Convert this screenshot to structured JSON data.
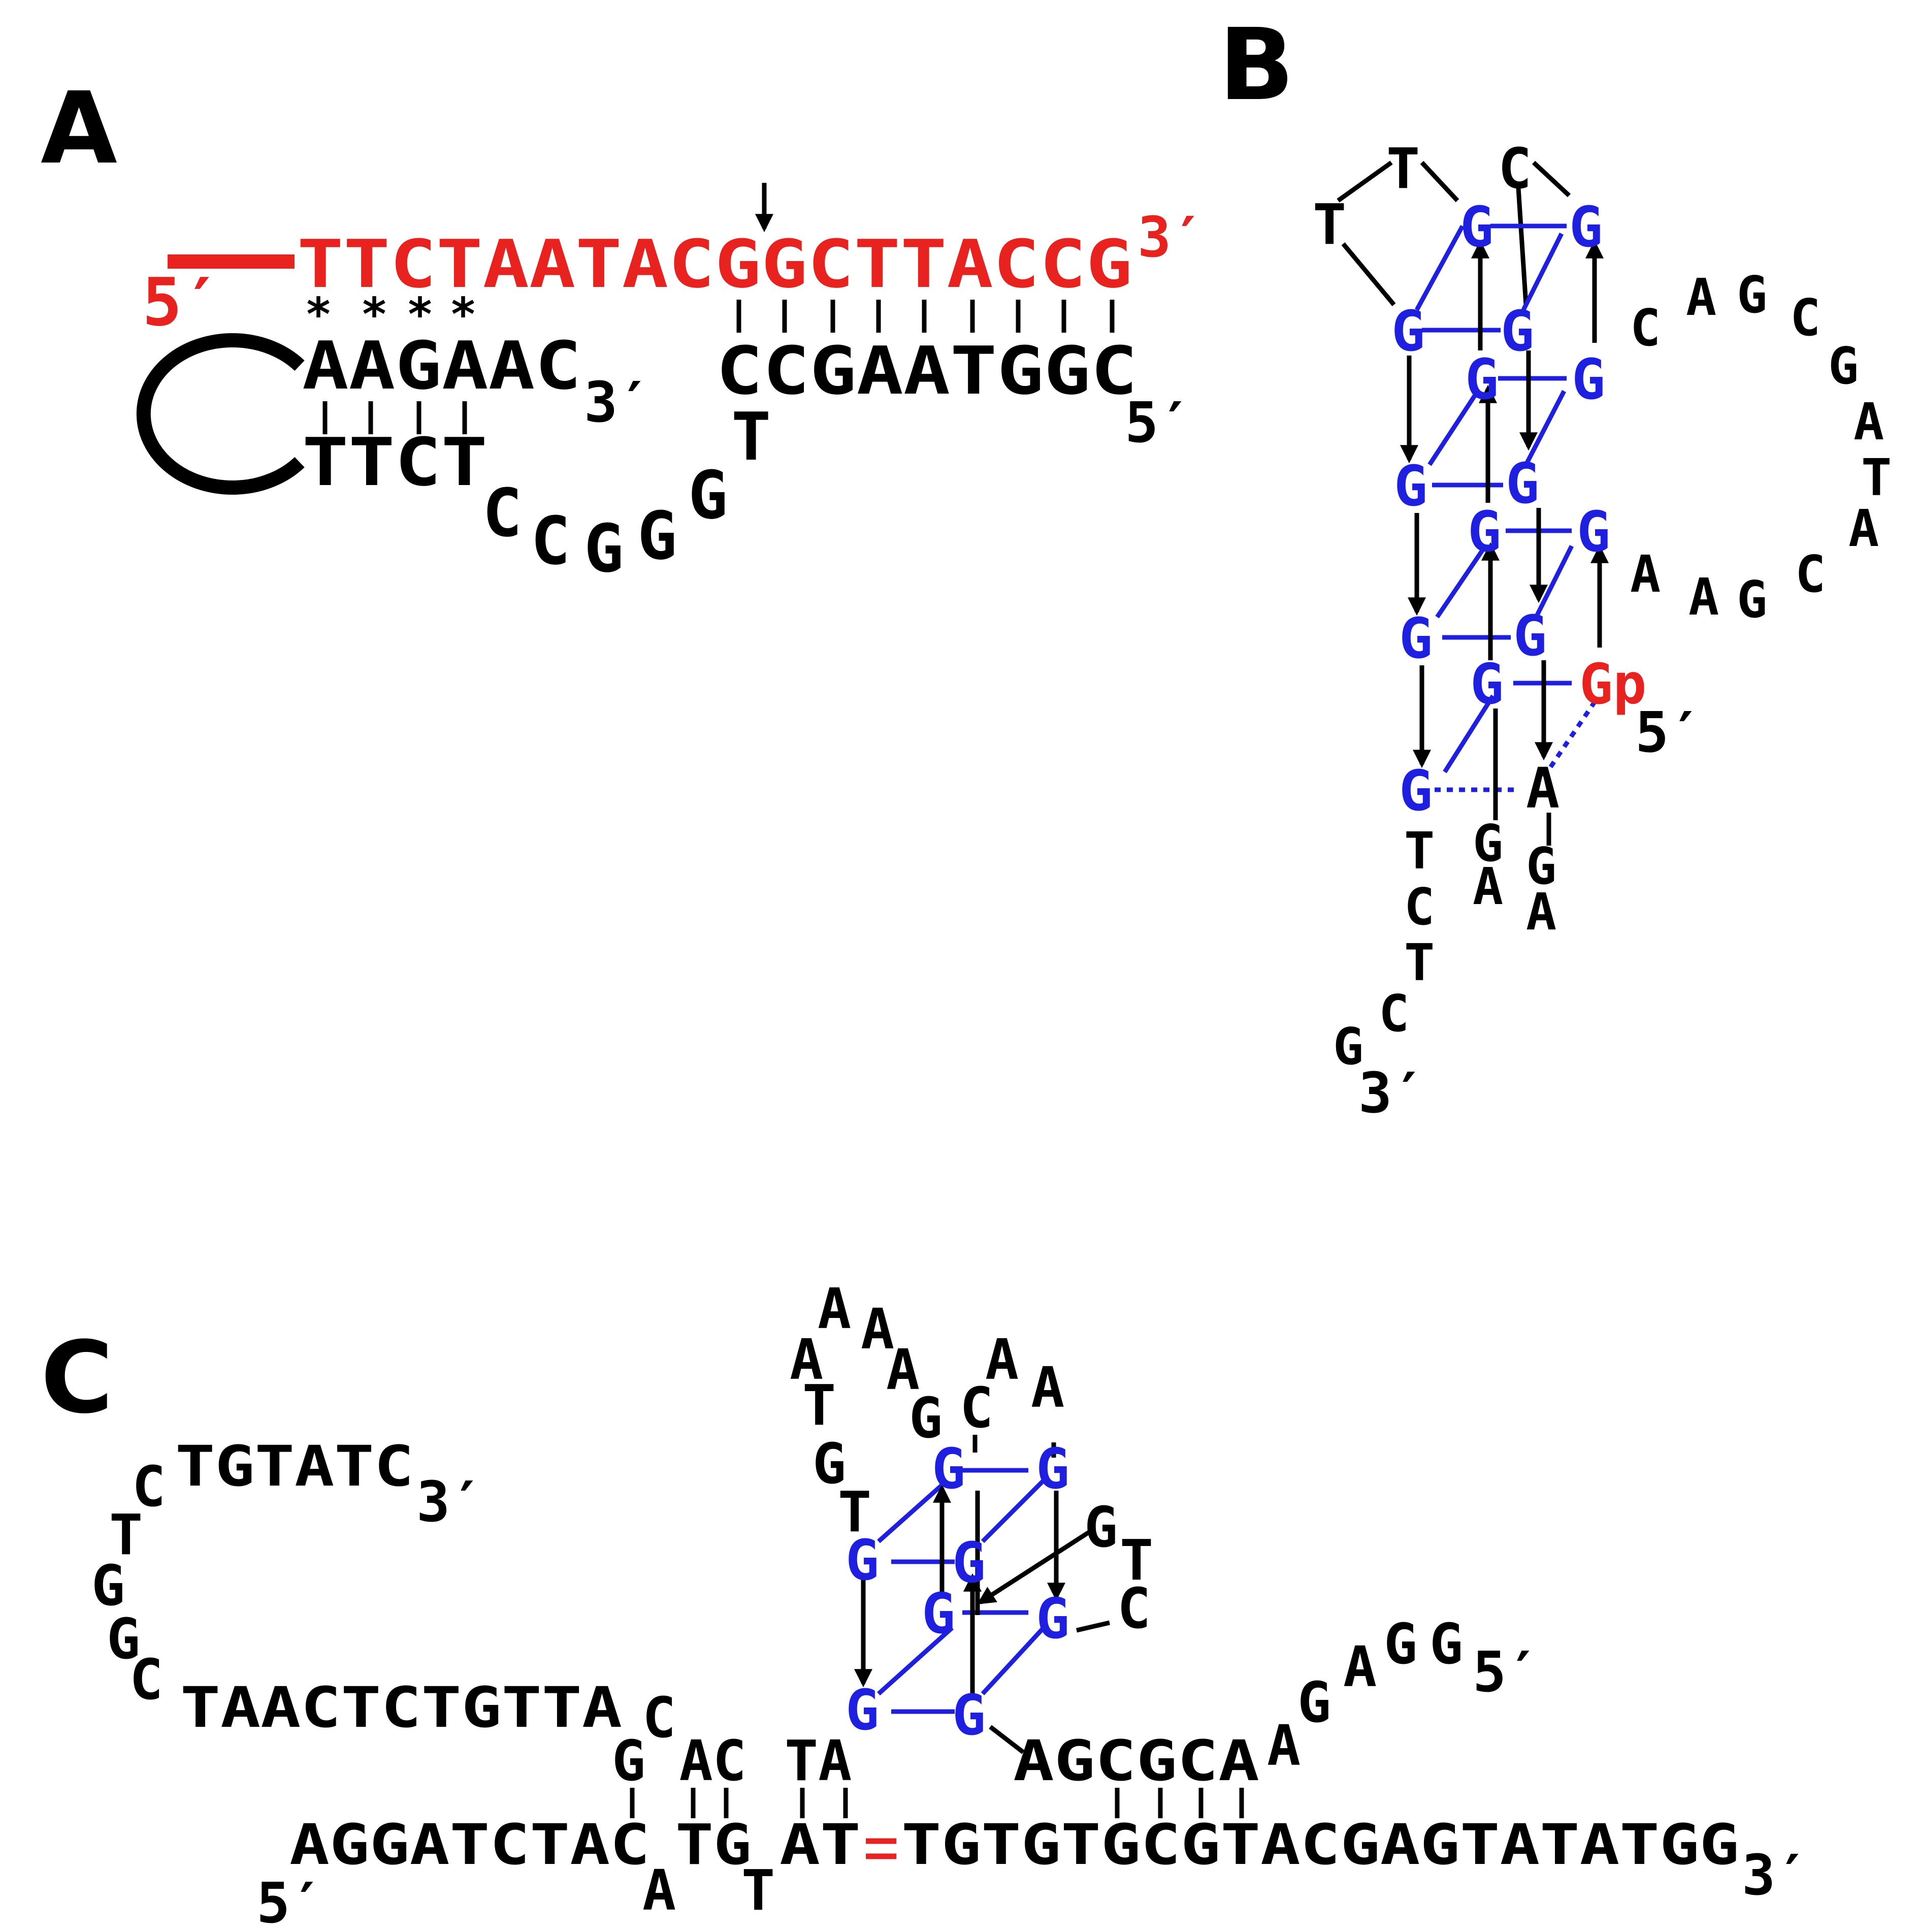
{
  "panels": {
    "a": {
      "label": "A",
      "red_strand": "TTCTAATACGGCTTACCG",
      "red_5p": "5′",
      "red_3p": "3′",
      "stars": [
        "*",
        "*",
        "*",
        "*"
      ],
      "top_left": "AAGAAC",
      "top_left_3p": "3′",
      "bottom_left": "TTCT",
      "right_strand": "CCGAATGGC",
      "right_5p": "5′",
      "loop": [
        "C",
        "C",
        "G",
        "G",
        "G",
        "T"
      ]
    },
    "b": {
      "label": "B",
      "g": "G",
      "gp": "Gp",
      "prime_5": "5′",
      "prime_3": "3′",
      "loop_top": [
        "T",
        "T",
        "C"
      ],
      "loop_right": [
        "C",
        "A",
        "G",
        "C",
        "G",
        "A",
        "T",
        "A",
        "C",
        "G",
        "A",
        "A"
      ],
      "tail": [
        "T",
        "C",
        "T",
        "C",
        "G"
      ],
      "a_node": "A",
      "ga": [
        "G",
        "A",
        "G",
        "A"
      ]
    },
    "c": {
      "label": "C",
      "top_left": "TGTATC",
      "top_left_3p": "3′",
      "left_vertical": [
        "C",
        "T",
        "G",
        "G",
        "C"
      ],
      "left_mid": "TAACTCTGTTA",
      "mid_c": "C",
      "gac": "G AC",
      "ta": "TA",
      "bottom_5p": "5′",
      "bottom_a": "AGGATCTAC",
      "bottom_b": "TG",
      "bottom_c": "AT",
      "bottom_d": "TGTGTGCGTACGAGTATATGG",
      "bottom_3p": "3′",
      "bulge_a": "A",
      "bulge_t": "T",
      "agcgca": "AGCGCA",
      "tail_right": [
        "A",
        "G",
        "A",
        "G",
        "G"
      ],
      "tail_5p": "5′",
      "loop_left": [
        "T",
        "G",
        "T",
        "A",
        "A",
        "A"
      ],
      "loop_mid": [
        "A",
        "G",
        "A",
        "C",
        "A",
        "A"
      ],
      "gtc": [
        "G",
        "T",
        "C"
      ],
      "g": "G"
    }
  },
  "colors": {
    "black": "#000000",
    "red": "#e8221f",
    "blue": "#1f1fe0"
  }
}
